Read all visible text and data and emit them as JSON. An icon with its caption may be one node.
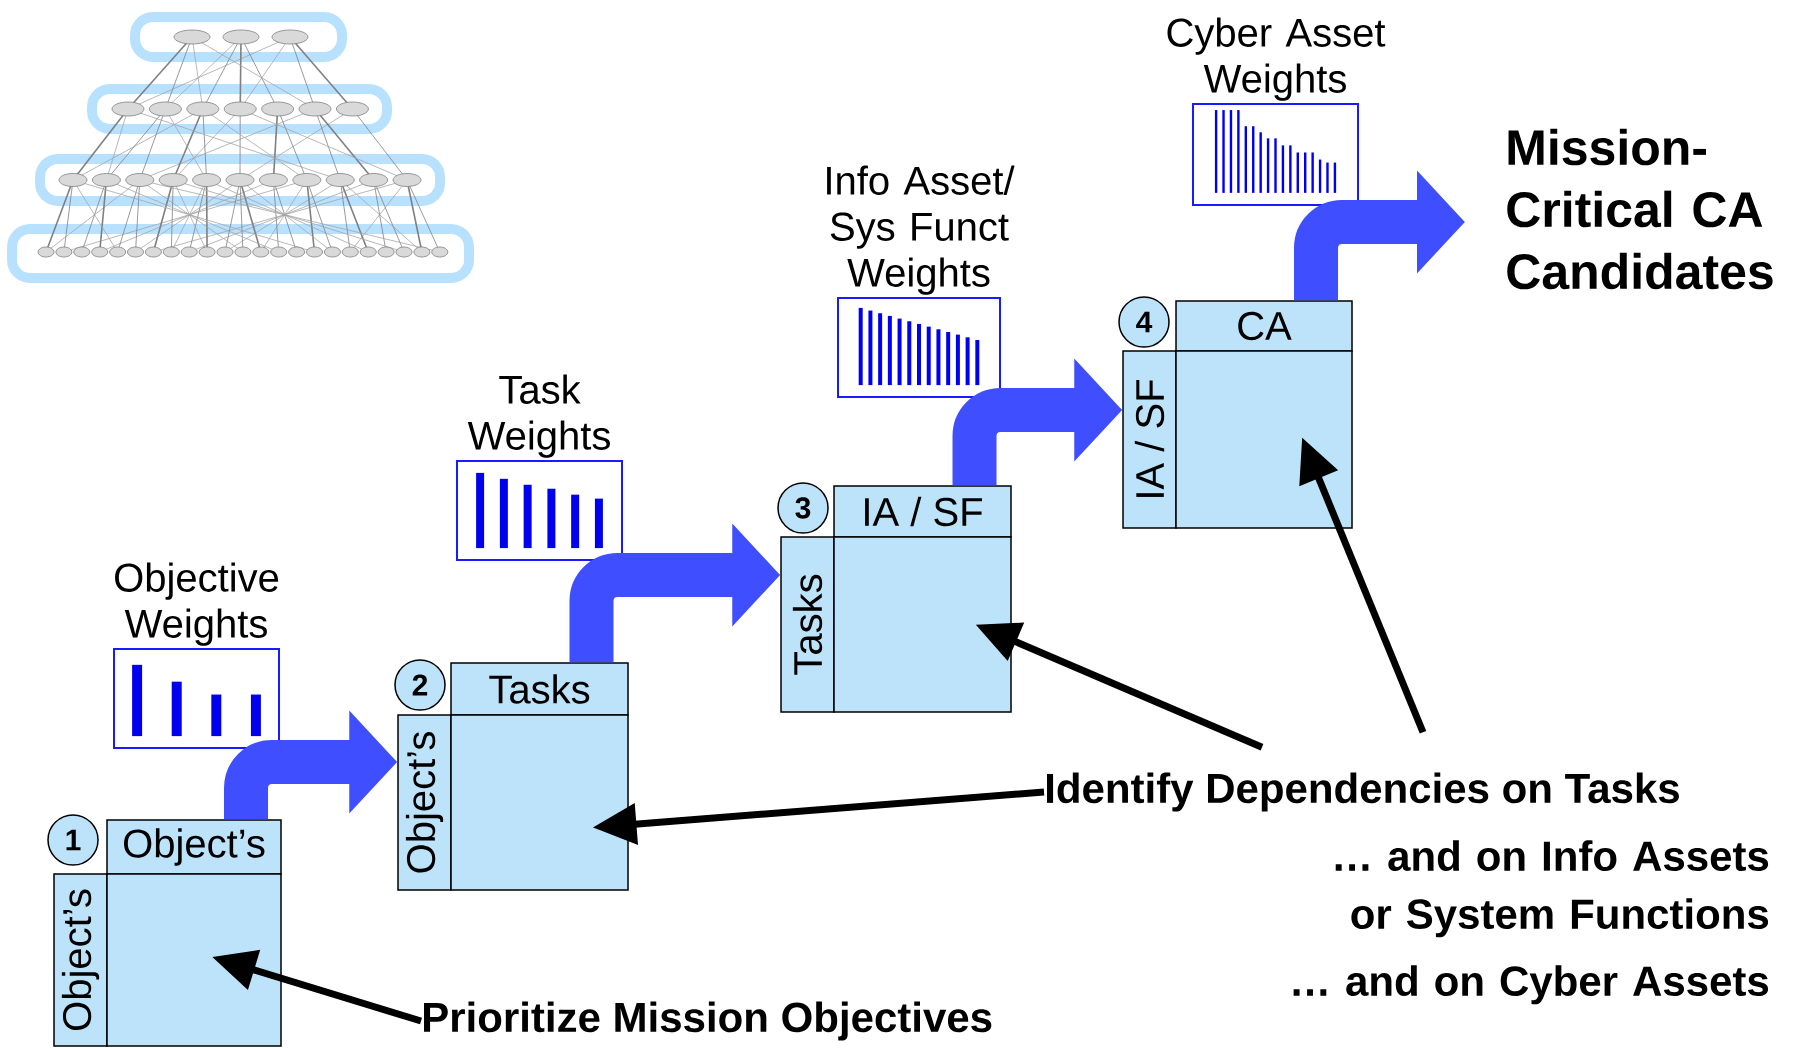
{
  "diagram": {
    "nodes": [
      {
        "text": [
          "Objective Weights"
        ]
      },
      {
        "text": [
          "1"
        ]
      },
      {
        "text": [
          "Object’s"
        ]
      },
      {
        "text": [
          "Object’s"
        ]
      },
      {
        "text": [],
        "shape": "box"
      },
      {
        "text": [
          "Task Weights"
        ]
      },
      {
        "text": [
          "2"
        ]
      },
      {
        "text": [
          "Tasks"
        ]
      },
      {
        "text": [
          "Object’s"
        ]
      },
      {
        "text": [],
        "shape": "box"
      },
      {
        "text": [
          "Info Asset/ Sys Funct Weights"
        ]
      },
      {
        "text": [
          "3"
        ]
      },
      {
        "text": [
          "IA / SF"
        ]
      },
      {
        "text": [
          "Tasks"
        ]
      },
      {
        "text": [],
        "shape": "box"
      },
      {
        "text": [
          "Cyber Asset Weights"
        ]
      },
      {
        "text": [
          "4"
        ]
      },
      {
        "text": [
          "CA"
        ]
      },
      {
        "text": [
          "IA / SF"
        ]
      },
      {
        "text": [],
        "shape": "box"
      },
      {
        "text": [
          "Mission-Critical CA Candidates"
        ]
      },
      {
        "text": [
          "Prioritize Mission Objectives"
        ]
      },
      {
        "text": [
          "Identify Dependencies on Tasks"
        ]
      }
    ],
    "edges": [
      {
        "from": 2,
        "to": 8,
        "arrow": "to",
        "style": "thick",
        "color": "#3f4fff"
      },
      {
        "from": 7,
        "to": 13,
        "arrow": "to",
        "style": "thick",
        "color": "#3f4fff"
      },
      {
        "from": 12,
        "to": 18,
        "arrow": "to",
        "style": "thick",
        "color": "#3f4fff"
      },
      {
        "from": 17,
        "to": 20,
        "arrow": "to",
        "style": "thick",
        "color": "#3f4fff"
      },
      {
        "from": 21,
        "to": 4,
        "arrow": "to",
        "color": "#000000"
      },
      {
        "from": 22,
        "to": 9,
        "arrow": "to",
        "color": "#000000"
      },
      {
        "from": 22,
        "to": 14,
        "arrow": "to",
        "color": "#000000"
      },
      {
        "from": 22,
        "to": 19,
        "arrow": "to",
        "color": "#000000"
      }
    ],
    "labels": [
      "… and on Info Assets or System Functions",
      "… and on Cyber Assets"
    ]
  }
}
